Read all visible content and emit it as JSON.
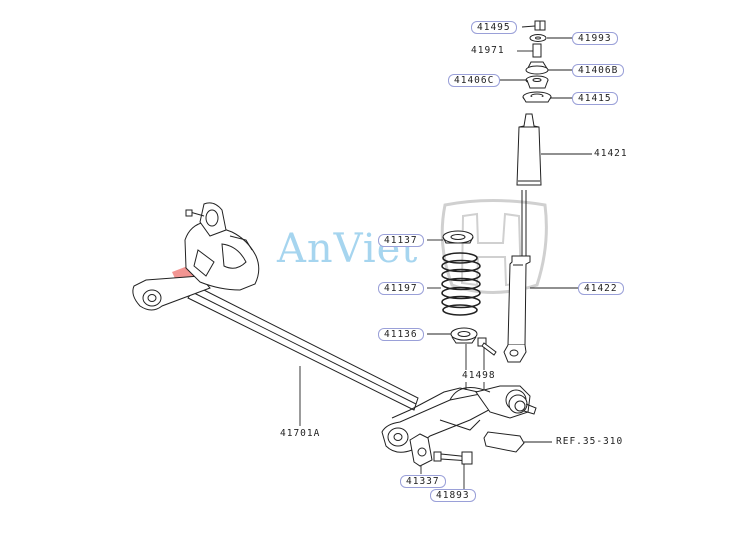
{
  "diagram": {
    "parts": {
      "p41495": "41495",
      "p41993": "41993",
      "p41971": "41971",
      "p41406B": "41406B",
      "p41406C": "41406C",
      "p41415": "41415",
      "p41421": "41421",
      "p41137": "41137",
      "p41197": "41197",
      "p41422": "41422",
      "p41136": "41136",
      "p41498": "41498",
      "p41701A": "41701A",
      "p41337": "41337",
      "p41893": "41893",
      "ref": "REF.35-310"
    },
    "watermark": {
      "brand_text": "AnViet",
      "logo": "honda-logo",
      "colors": {
        "accent_red": "#e8403a",
        "accent_blue": "#5fb3e3",
        "logo_grey": "#b8b8b8"
      }
    }
  }
}
